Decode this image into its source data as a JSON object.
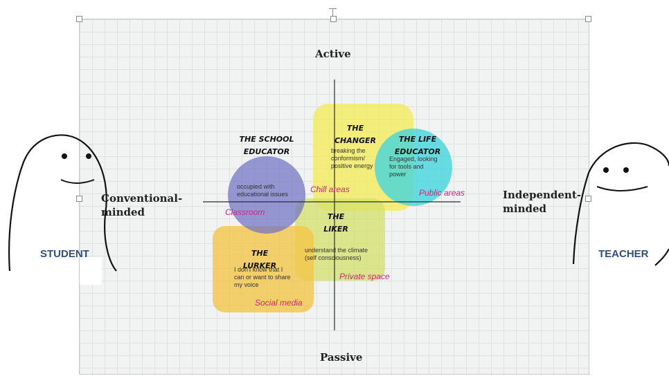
{
  "axes": {
    "top": "Active",
    "bottom": "Passive",
    "left": [
      "Conventional-",
      "minded"
    ],
    "right": [
      "Independent-",
      "minded"
    ]
  },
  "profiles": {
    "changer": {
      "title": "THE CHANGER",
      "desc": [
        "breaking the",
        "conformism/",
        "positive energy"
      ],
      "color": "#f3ec5a"
    },
    "life_educator": {
      "title": "THE LIFE EDUCATOR",
      "desc": [
        "Engaged, looking",
        "for tools and",
        "power"
      ],
      "color": "#4fd9dc"
    },
    "school_educator": {
      "title": [
        "THE SCHOOL",
        "EDUCATOR"
      ],
      "desc": [
        "occupied with",
        "educational issues"
      ],
      "color": "#7d7fc7"
    },
    "liker": {
      "title": "THE LIKER",
      "desc": [
        "understand the climate",
        "(self consciousness)"
      ],
      "color": "#d6e46a"
    },
    "lurker": {
      "title": "THE LURKER",
      "desc": [
        "I don't know that I",
        "can or want to share",
        "my voice"
      ],
      "color": "#f2c85a"
    }
  },
  "places": {
    "chill": "Chill areas",
    "public": "Public areas",
    "classroom": "Classroom",
    "private": "Private space",
    "social": "Social media"
  },
  "people": {
    "student": "STUDENT",
    "teacher": "TEACHER"
  },
  "accent_color": "#d6247c"
}
